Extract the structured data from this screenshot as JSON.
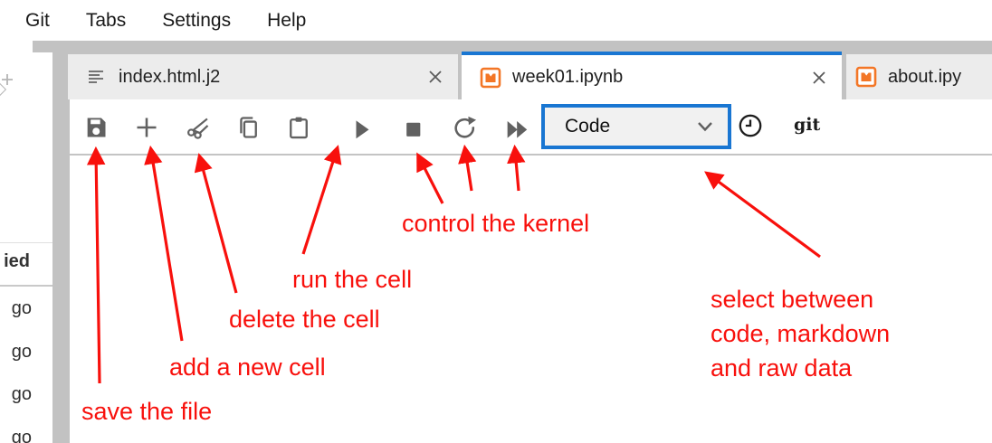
{
  "menubar": {
    "items": [
      "Git",
      "Tabs",
      "Settings",
      "Help"
    ]
  },
  "filebrowser": {
    "column_header_fragment": "ied",
    "rows": [
      "go",
      "go",
      "go",
      "go"
    ]
  },
  "tabbar": {
    "tabs": [
      {
        "label": "index.html.j2",
        "icon": "document-icon",
        "active": false
      },
      {
        "label": "week01.ipynb",
        "icon": "notebook-icon",
        "active": true
      },
      {
        "label": "about.ipy",
        "icon": "notebook-icon",
        "active": false
      }
    ]
  },
  "toolbar": {
    "icons": [
      "save",
      "add-cell",
      "cut-cells",
      "copy-cells",
      "paste-cells",
      "run-cell",
      "interrupt-kernel",
      "restart-kernel",
      "restart-and-run-all"
    ],
    "cell_type_dropdown": {
      "value": "Code"
    },
    "git_label": "git"
  },
  "annotations": {
    "text_color": "#f8100c",
    "labels": {
      "save": "save the file",
      "add": "add a new cell",
      "delete": "delete the cell",
      "run": "run the cell",
      "kernel": "control the kernel",
      "select": [
        "select between",
        "code, markdown",
        "and raw data"
      ]
    }
  },
  "colors": {
    "accent_blue": "#1976d2",
    "notebook_orange": "#f37626",
    "annotation_red": "#f8100c",
    "tabbar_gray": "#c2c2c2",
    "inactive_tab_gray": "#ececec",
    "icon_gray": "#616161"
  }
}
